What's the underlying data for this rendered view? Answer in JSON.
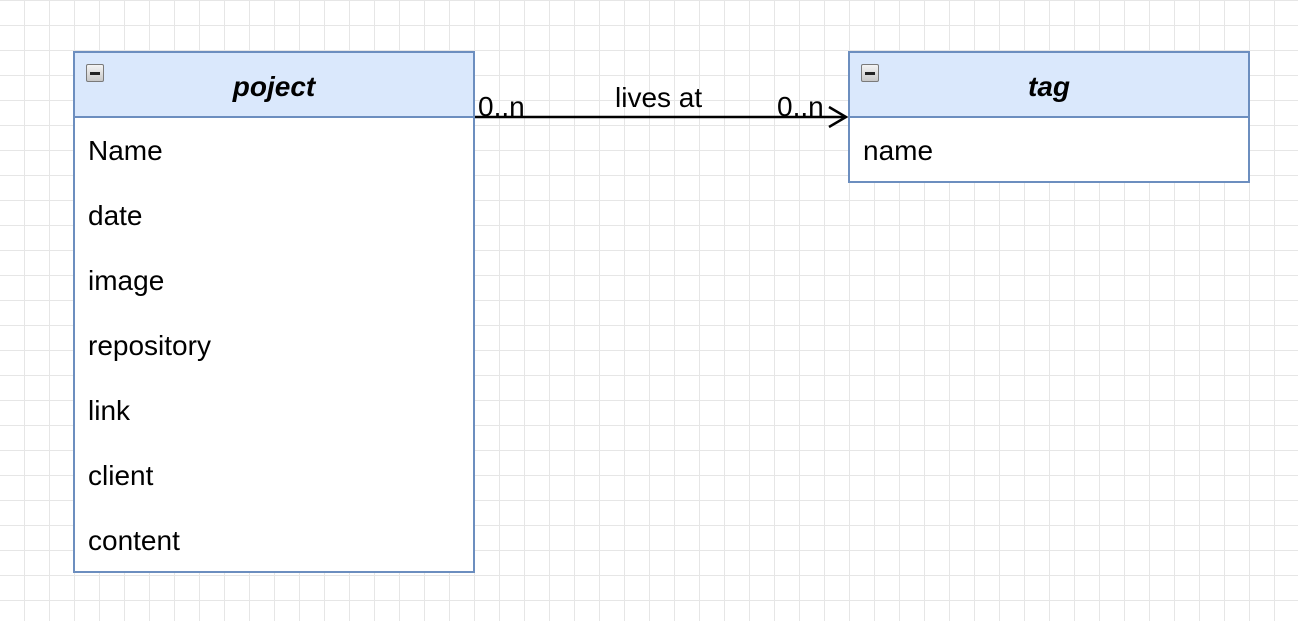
{
  "classes": {
    "project": {
      "name": "poject",
      "fields": [
        "Name",
        "date",
        "image",
        "repository",
        "link",
        "client",
        "content"
      ]
    },
    "tag": {
      "name": "tag",
      "fields": [
        "name"
      ]
    }
  },
  "association": {
    "label": "lives at",
    "source_multiplicity": "0..n",
    "target_multiplicity": "0..n"
  },
  "colors": {
    "header_fill": "#dae8fc",
    "border": "#6c8ebf",
    "grid": "#e6e6e6"
  }
}
